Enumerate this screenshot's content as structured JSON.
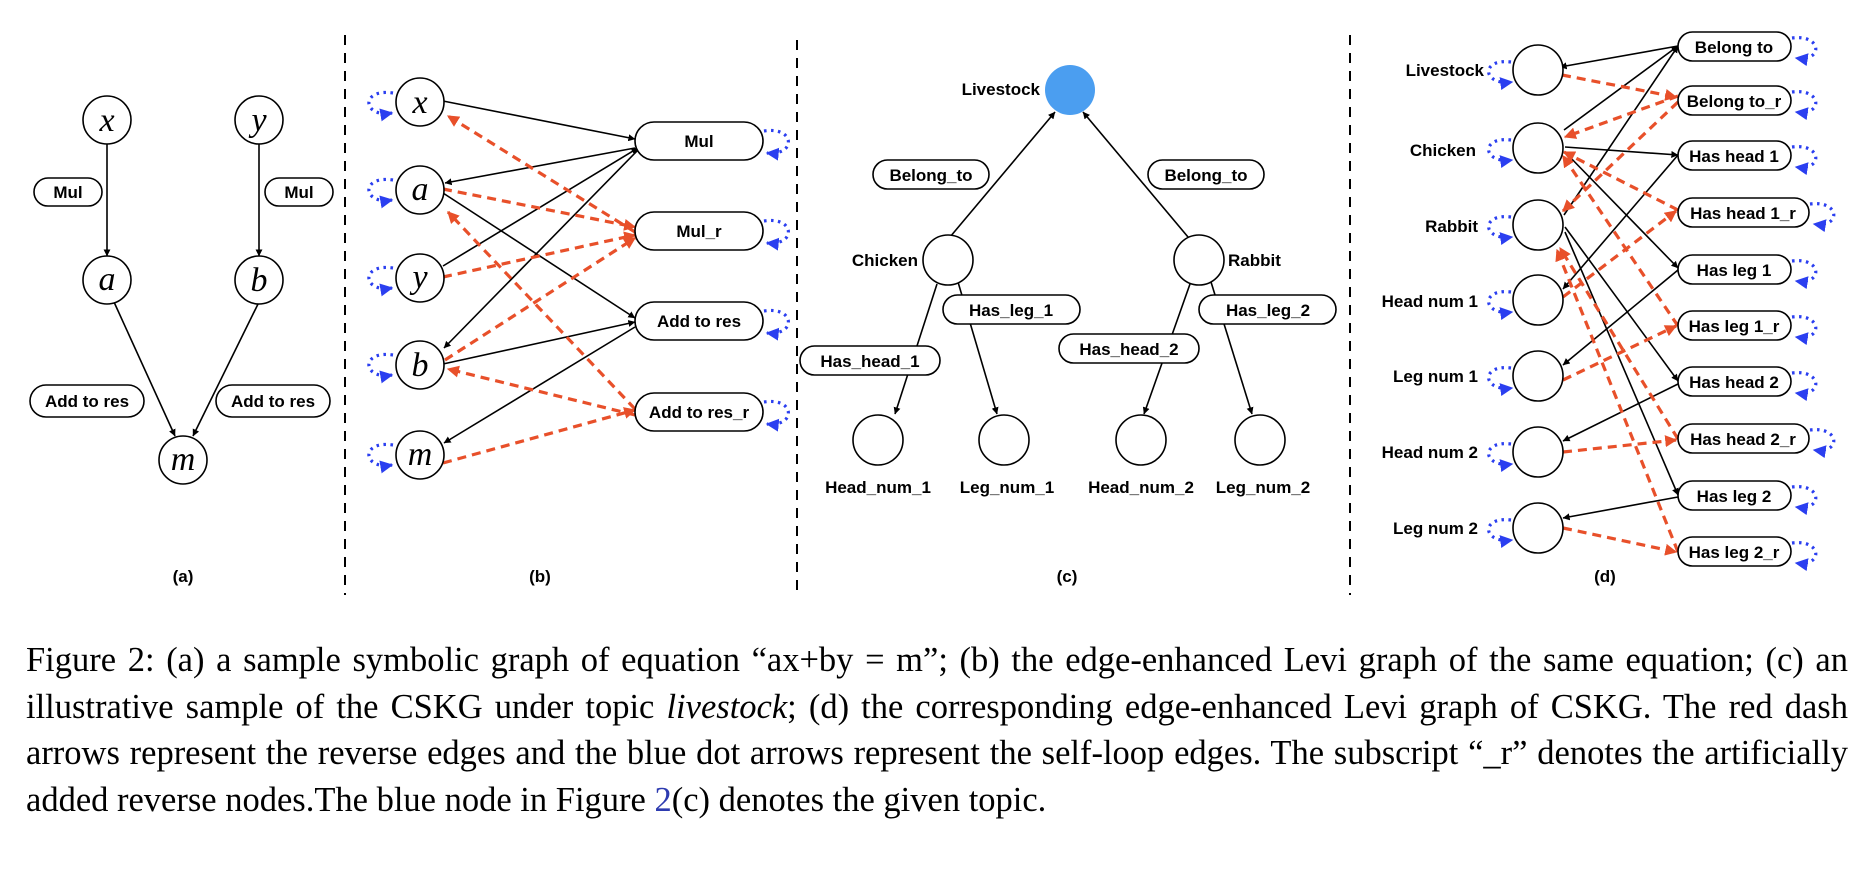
{
  "panel_labels": [
    "(a)",
    "(b)",
    "(c)",
    "(d)"
  ],
  "panel_a": {
    "nodes": [
      "x",
      "y",
      "a",
      "b",
      "m"
    ],
    "edge_labels": [
      "Mul",
      "Mul",
      "Add to res",
      "Add to res"
    ]
  },
  "panel_b": {
    "var_nodes": [
      "x",
      "a",
      "y",
      "b",
      "m"
    ],
    "relation_nodes": [
      "Mul",
      "Mul_r",
      "Add to res",
      "Add to res_r"
    ]
  },
  "panel_c": {
    "nodes": [
      "Livestock",
      "Chicken",
      "Rabbit",
      "Head_num_1",
      "Leg_num_1",
      "Head_num_2",
      "Leg_num_2"
    ],
    "edge_labels": [
      "Belong_to",
      "Belong_to",
      "Has_head_1",
      "Has_leg_1",
      "Has_head_2",
      "Has_leg_2"
    ]
  },
  "panel_d": {
    "entity_nodes": [
      "Livestock",
      "Chicken",
      "Rabbit",
      "Head num 1",
      "Leg num 1",
      "Head num 2",
      "Leg num 2"
    ],
    "relation_nodes": [
      "Belong to",
      "Belong to_r",
      "Has head 1",
      "Has head 1_r",
      "Has leg 1",
      "Has leg 1_r",
      "Has head 2",
      "Has head 2_r",
      "Has leg 2",
      "Has leg 2_r"
    ]
  },
  "colors": {
    "reverse_edge": "#e8502a",
    "self_loop": "#2b3ff0",
    "topic_node": "#4b9ef0"
  },
  "caption": {
    "text_1": "Figure 2: (a) a sample symbolic graph of equation “ax+by = m”; (b) the edge-enhanced Levi graph of the same equation; (c) an illustrative sample of the CSKG under topic ",
    "italic": "livestock",
    "text_2": "; (d) the corresponding edge-enhanced Levi graph of CSKG. The red dash arrows represent the reverse edges and the blue dot arrows represent the self-loop edges. The subscript “_r” denotes the artificially added reverse nodes.The blue node in Figure ",
    "ref": "2",
    "text_3": "(c) denotes the given topic."
  }
}
